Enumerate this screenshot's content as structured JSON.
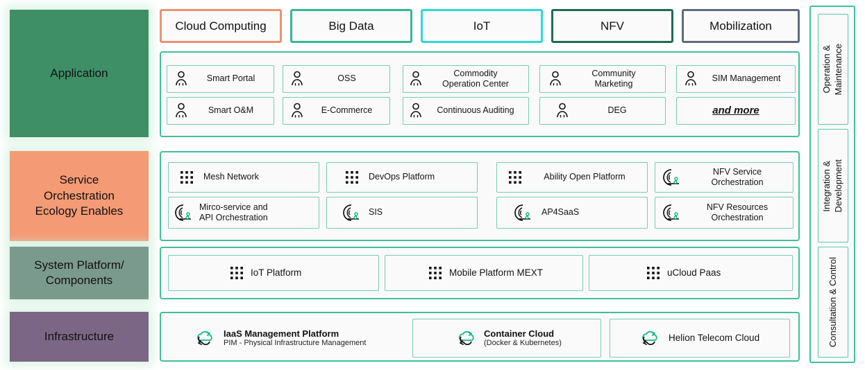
{
  "colors": {
    "application_block": "#3E8F66",
    "service_block": "#F49A74",
    "system_block": "#7B9A8E",
    "infrastructure_block": "#7B6785",
    "teal_border": "#3FBF9B",
    "cloud_computing_border": "#F09072",
    "big_data_border": "#35B894",
    "iot_border": "#2EDAD4",
    "nfv_border": "#1F6B54",
    "mobilization_border": "#5F6B7A",
    "icon_green": "#16B981",
    "panel_fill": "#FAFAFA"
  },
  "layers": [
    {
      "id": "application",
      "label": "Application"
    },
    {
      "id": "service",
      "label": "Service\nOrchestration\nEcology Enables"
    },
    {
      "id": "system",
      "label": "System Platform/\nComponents"
    },
    {
      "id": "infrastructure",
      "label": "Infrastructure"
    }
  ],
  "domain_chips": [
    {
      "label": "Cloud Computing",
      "border": "#F09072"
    },
    {
      "label": "Big Data",
      "border": "#35B894"
    },
    {
      "label": "IoT",
      "border": "#2EDAD4"
    },
    {
      "label": "NFV",
      "border": "#1F6B54"
    },
    {
      "label": "Mobilization",
      "border": "#5F6B7A"
    }
  ],
  "application_items": [
    {
      "label": "Smart Portal",
      "icon": "person-icon",
      "align": "left"
    },
    {
      "label": "OSS",
      "icon": "person-icon",
      "align": "left"
    },
    {
      "label": "Commodity\nOperation Center",
      "icon": "person-icon",
      "align": "center"
    },
    {
      "label": "Community\nMarketing",
      "icon": "person-icon",
      "align": "center"
    },
    {
      "label": "SIM Management",
      "icon": "person-icon",
      "align": "center"
    },
    {
      "label": "Smart O&M",
      "icon": "person-icon",
      "align": "left"
    },
    {
      "label": "E-Commerce",
      "icon": "person-icon",
      "align": "left"
    },
    {
      "label": "Continuous Auditing",
      "icon": "person-icon",
      "align": "center"
    },
    {
      "label": "DEG",
      "icon": "person-icon",
      "align": "left"
    },
    {
      "label": "and more",
      "icon": "none",
      "align": "center"
    }
  ],
  "service_items": [
    {
      "label": "Mesh Network",
      "icon": "grid-dots-icon"
    },
    {
      "label": "DevOps Platform",
      "icon": "grid-dots-icon"
    },
    {
      "label": "Ability Open Platform",
      "icon": "grid-dots-icon"
    },
    {
      "label": "NFV Service\nOrchestration",
      "icon": "orchestration-icon"
    },
    {
      "label": "Mirco-service and\nAPI Orchestration",
      "icon": "orchestration-icon"
    },
    {
      "label": "SIS",
      "icon": "orchestration-icon"
    },
    {
      "label": "AP4SaaS",
      "icon": "orchestration-icon"
    },
    {
      "label": "NFV Resources\nOrchestration",
      "icon": "orchestration-icon"
    }
  ],
  "system_items": [
    {
      "label": "IoT Platform",
      "icon": "grid-dots-icon"
    },
    {
      "label": "Mobile Platform MEXT",
      "icon": "grid-dots-icon"
    },
    {
      "label": "uCloud Paas",
      "icon": "grid-dots-icon"
    }
  ],
  "infrastructure_items": [
    {
      "title": "IaaS Management Platform",
      "subtitle": "PIM - Physical Infrastructure Management",
      "icon": "cloud-sync-icon",
      "boxed": false
    },
    {
      "title": "Container Cloud",
      "subtitle": "(Docker & Kubernetes)",
      "icon": "cloud-sync-icon",
      "boxed": true
    },
    {
      "title": "Helion Telecom Cloud",
      "subtitle": "",
      "icon": "cloud-sync-icon",
      "boxed": true
    }
  ],
  "rail_items": [
    {
      "label": "Operation &\nMaintenance"
    },
    {
      "label": "Integration &\nDevelopment"
    },
    {
      "label": "Consultation & Control"
    }
  ]
}
